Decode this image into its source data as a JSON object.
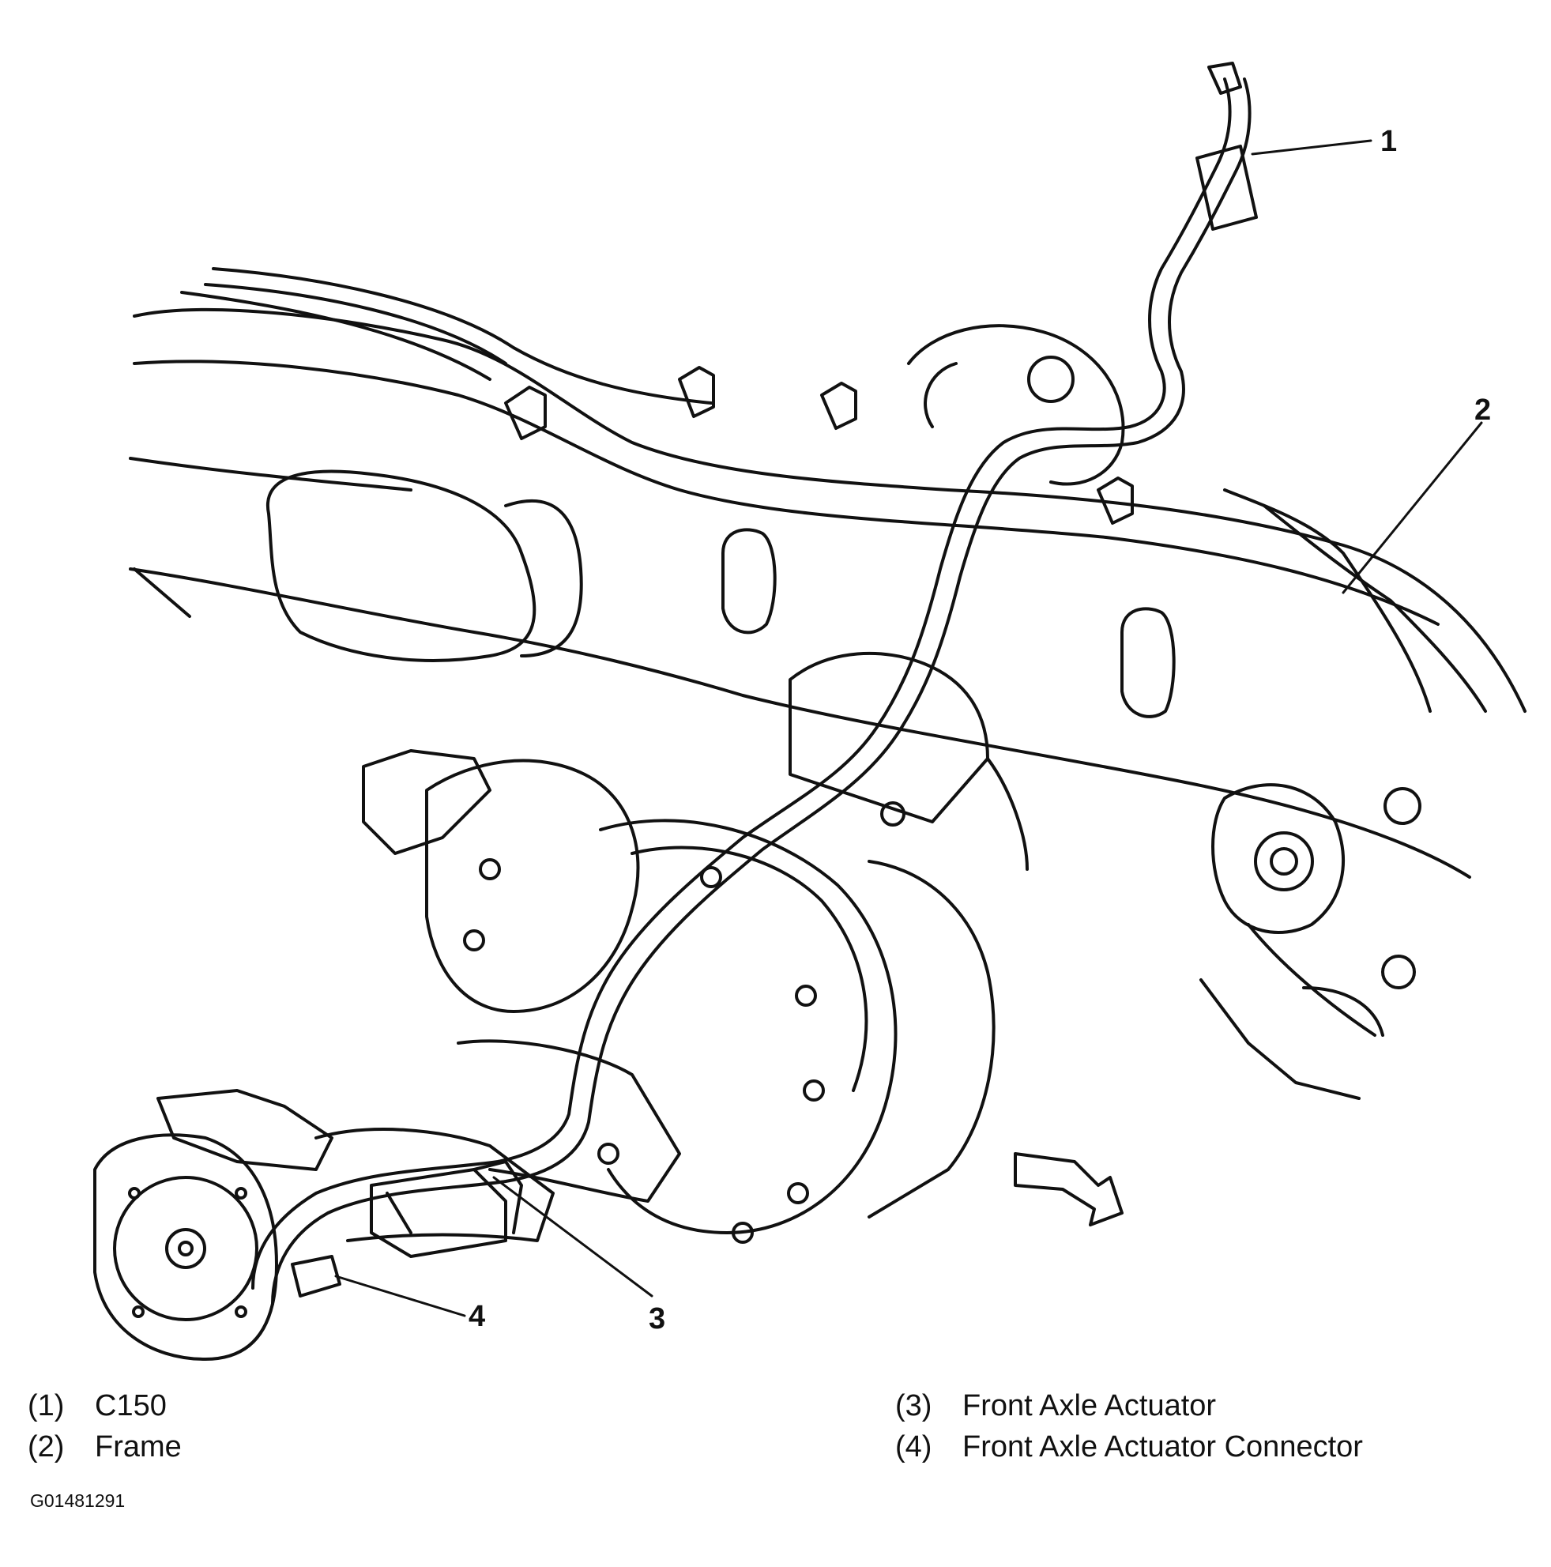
{
  "callouts": [
    {
      "number": "1",
      "label": "C150"
    },
    {
      "number": "2",
      "label": "Frame"
    },
    {
      "number": "3",
      "label": "Front Axle Actuator"
    },
    {
      "number": "4",
      "label": "Front Axle Actuator Connector"
    }
  ],
  "legend": [
    {
      "num": "(1)",
      "label": "C150"
    },
    {
      "num": "(2)",
      "label": "Frame"
    },
    {
      "num": "(3)",
      "label": "Front Axle Actuator"
    },
    {
      "num": "(4)",
      "label": "Front Axle Actuator Connector"
    }
  ],
  "figure_id": "G01481291"
}
